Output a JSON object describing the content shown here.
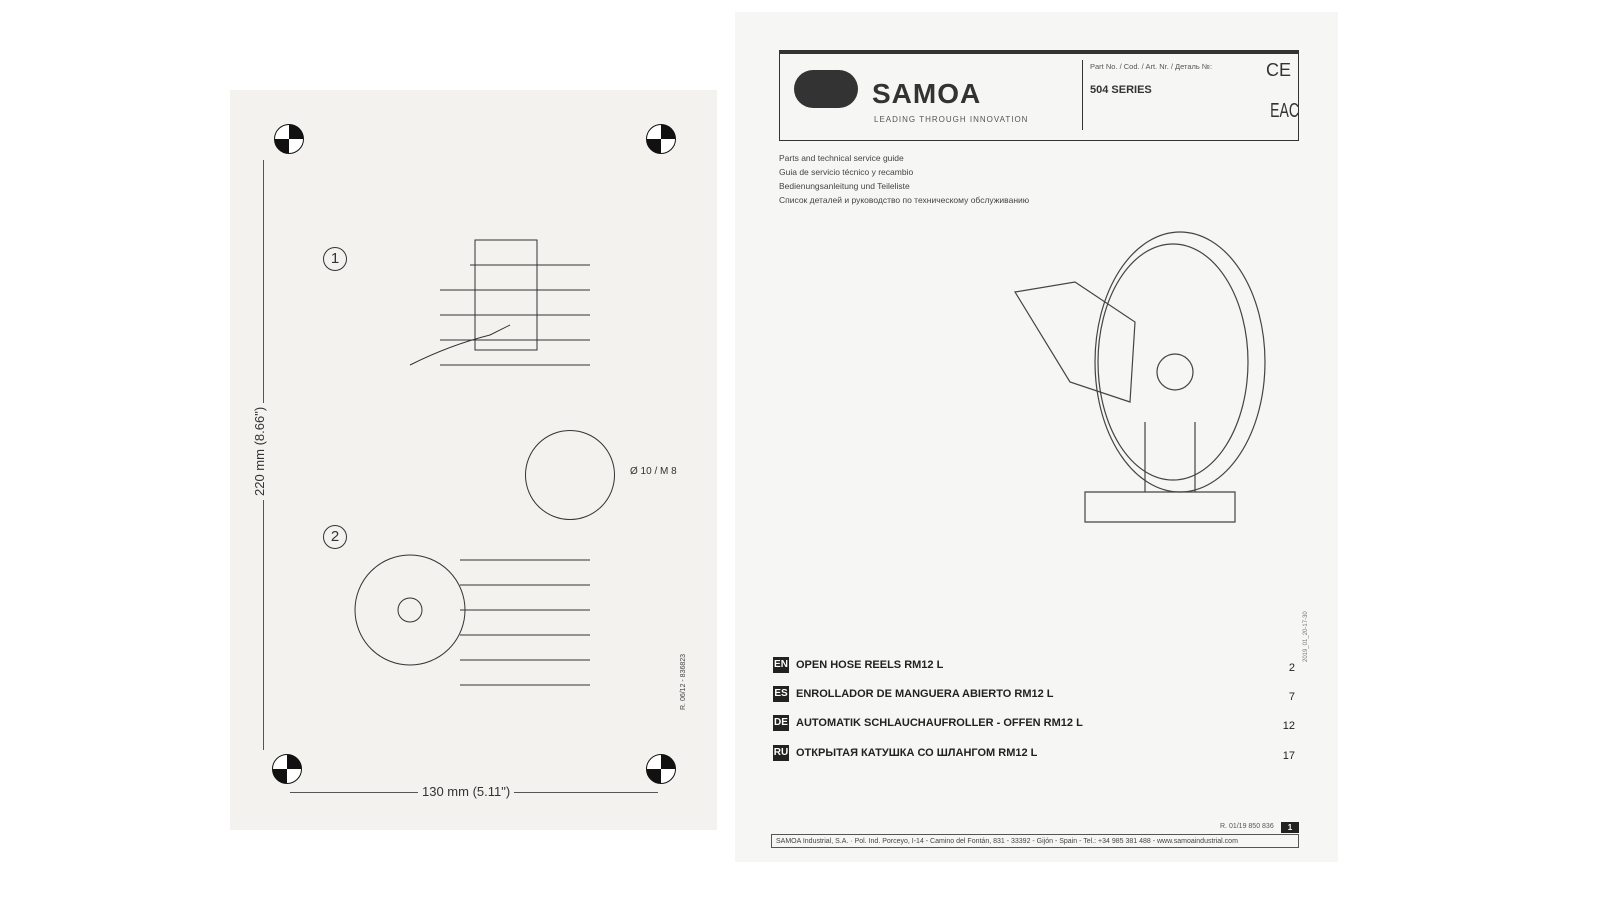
{
  "left_page": {
    "step1": "1",
    "step2": "2",
    "dim_vertical": "220 mm (8.66\")",
    "dim_horizontal": "130 mm (5.11\")",
    "hole_spec": "Ø 10 / M 8",
    "revision": "R. 06/12 - 836823"
  },
  "right_page": {
    "brand": "SAMOA",
    "tagline": "LEADING THROUGH INNOVATION",
    "part_label": "Part No. / Cod. / Art. Nr. / Деталь №:",
    "series": "504 SERIES",
    "ce_mark": "CE",
    "eac_mark": "EAC",
    "subtitles": [
      "Parts and technical service guide",
      "Guia de servicio técnico y recambio",
      "Bedienungsanleitung und Teileliste",
      "Список деталей и руководство по техническому обслуживанию"
    ],
    "toc": [
      {
        "lang": "EN",
        "title": "OPEN HOSE REELS RM12 L",
        "page": "2"
      },
      {
        "lang": "ES",
        "title": "ENROLLADOR DE MANGUERA ABIERTO RM12 L",
        "page": "7"
      },
      {
        "lang": "DE",
        "title": "AUTOMATIK SCHLAUCHAUFROLLER - OFFEN RM12 L",
        "page": "12"
      },
      {
        "lang": "RU",
        "title": "ОТКРЫТАЯ КАТУШКА СО ШЛАНГОМ RM12 L",
        "page": "17"
      }
    ],
    "side_code": "2019_01_20-17-30",
    "doc_ref": "R. 01/19 850 836",
    "page_number": "1",
    "footer": "SAMOA Industrial, S.A. · Pol. Ind. Porceyo, I-14 - Camino del Fontán, 831 - 33392 - Gijón - Spain - Tel.: +34 985 381 488 - www.samoaindustrial.com"
  }
}
